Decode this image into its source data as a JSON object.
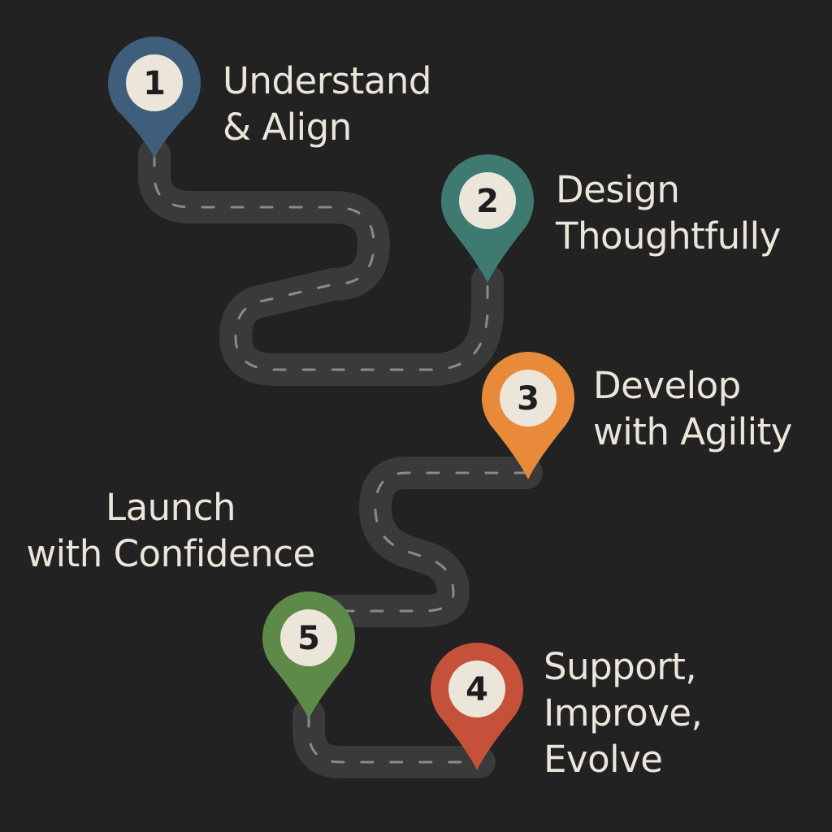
{
  "colors": {
    "background": "#222222",
    "road": "#3a3a3a",
    "road_dash": "#8a8a8a",
    "text": "#ece6da",
    "pin_1": "#3e5e7b",
    "pin_2": "#3f7a70",
    "pin_3": "#e88a3a",
    "pin_4": "#c5513a",
    "pin_5": "#5d8a48"
  },
  "steps": [
    {
      "number": "1",
      "lines": [
        "Understand",
        "& Align"
      ]
    },
    {
      "number": "2",
      "lines": [
        "Design",
        "Thoughtfully"
      ]
    },
    {
      "number": "3",
      "lines": [
        "Develop",
        "with Agility"
      ]
    },
    {
      "number": "4",
      "lines": [
        "Support,",
        "Improve,",
        "Evolve"
      ]
    },
    {
      "number": "5",
      "lines": [
        "Launch",
        "with Confidence"
      ]
    }
  ]
}
